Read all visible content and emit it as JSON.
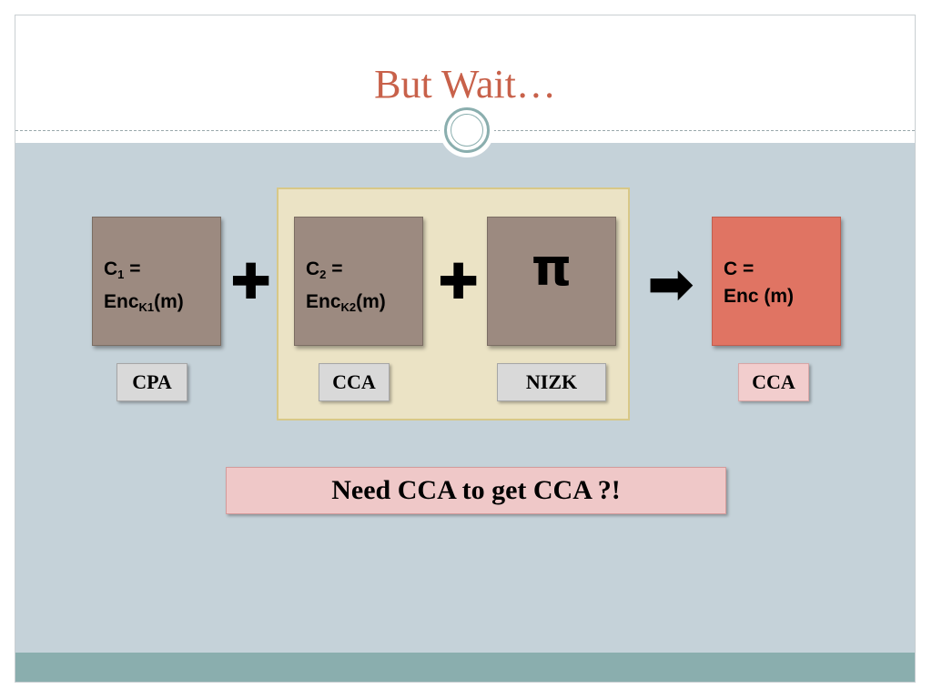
{
  "slide": {
    "title": "But Wait…"
  },
  "diagram": {
    "box1": {
      "line1_main": "C",
      "line1_sub": "1",
      "line1_tail": " =",
      "line2_main": "Enc",
      "line2_sub": "K1",
      "line2_tail": "(m)"
    },
    "box2": {
      "line1_main": "C",
      "line1_sub": "2",
      "line1_tail": " =",
      "line2_main": "Enc",
      "line2_sub": "K2",
      "line2_tail": "(m)"
    },
    "box3": {
      "symbol": "π"
    },
    "box4": {
      "line1": "C =",
      "line2": "Enc (m)"
    },
    "operators": {
      "plus": "✚",
      "arrow": "➡"
    },
    "tags": {
      "box1": "CPA",
      "box2": "CCA",
      "box3": "NIZK",
      "box4": "CCA"
    },
    "callout": "Need CCA to get CCA ?!"
  },
  "colors": {
    "title": "#c8614a",
    "content_background": "#c5d2d9",
    "footer_bar": "#8aaeae",
    "group_box": "#ebe3c5",
    "cipher_box": "#9c8a80",
    "result_box": "#e07463",
    "tag_gray": "#d9d9d9",
    "tag_pink": "#f2cdcd"
  }
}
